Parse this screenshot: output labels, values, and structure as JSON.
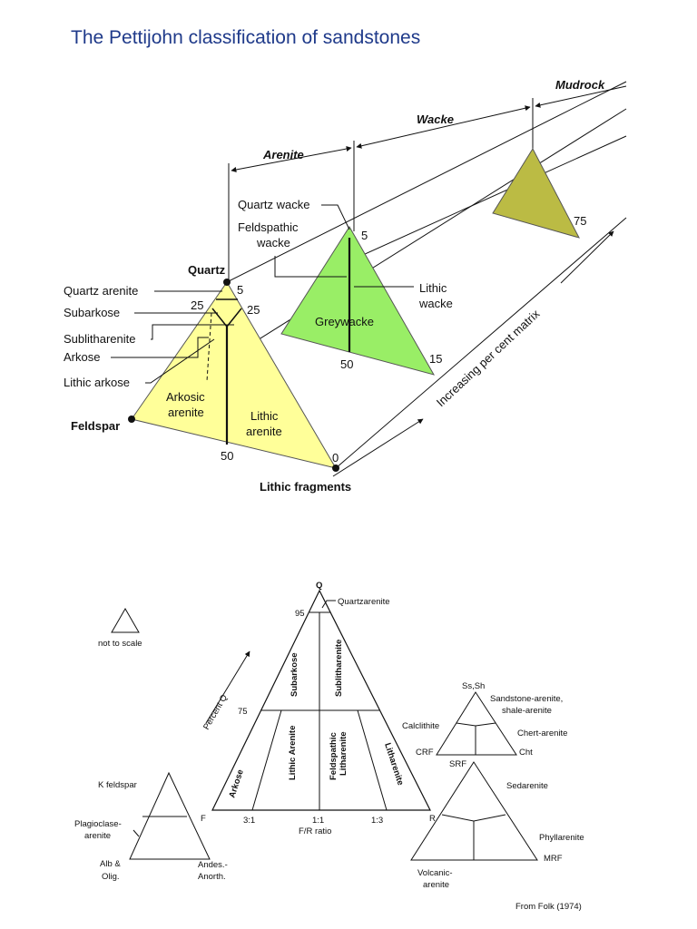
{
  "title": "The Pettijohn classification of sandstones",
  "top": {
    "categories": {
      "mudrock": "Mudrock",
      "wacke": "Wacke",
      "arenite": "Arenite"
    },
    "arenite_labels": {
      "quartz": "Quartz",
      "quartz_arenite": "Quartz arenite",
      "subarkose": "Subarkose",
      "sublitharenite": "Sublitharenite",
      "arkose": "Arkose",
      "lithic_arkose": "Lithic arkose",
      "feldspar": "Feldspar",
      "lithic_fragments": "Lithic fragments",
      "arkosic_arenite_1": "Arkosic",
      "arkosic_arenite_2": "arenite",
      "lithic_arenite_1": "Lithic",
      "lithic_arenite_2": "arenite",
      "n25a": "25",
      "n25b": "25",
      "n5": "5",
      "n50": "50",
      "n0": "0"
    },
    "wacke_labels": {
      "quartz_wacke": "Quartz wacke",
      "feldspathic_1": "Feldspathic",
      "feldspathic_2": "wacke",
      "lithic_1": "Lithic",
      "lithic_2": "wacke",
      "greywacke": "Greywacke",
      "n5": "5",
      "n50": "50",
      "n15": "15"
    },
    "mud_labels": {
      "n75": "75"
    },
    "matrix_arrow": "Increasing per cent matrix",
    "colors": {
      "arenite": "#ffff99",
      "wacke": "#99ee66",
      "mudrock": "#bbbb44"
    }
  },
  "bottom": {
    "not_to_scale": "not to scale",
    "main": {
      "q": "Q",
      "n95": "95",
      "n75": "75",
      "percent_q": "Percent Q",
      "quartzarenite": "Quartzarenite",
      "subarkose": "Subarkose",
      "sublitharenite": "Sublitharenite",
      "arkose": "Arkose",
      "lithic_arenite": "Lithic Arenite",
      "feldspathic_litharenite_1": "Feldspathic",
      "feldspathic_litharenite_2": "Litharenite",
      "litharenite": "Litharenite",
      "f": "F",
      "r": "R",
      "r31": "3:1",
      "r11": "1:1",
      "r13": "1:3",
      "fr_ratio": "F/R ratio"
    },
    "left": {
      "k_feldspar": "K feldspar",
      "plag_1": "Plagioclase-",
      "plag_2": "arenite",
      "alb_1": "Alb &",
      "alb_2": "Olig.",
      "andes_1": "Andes.-",
      "andes_2": "Anorth."
    },
    "right_top": {
      "ss_sh": "Ss,Sh",
      "sandstone_1": "Sandstone-arenite,",
      "sandstone_2": "shale-arenite",
      "calclithite": "Calclithite",
      "chert_arenite": "Chert-arenite",
      "crf": "CRF",
      "cht": "Cht"
    },
    "right_bottom": {
      "srf": "SRF",
      "sedarenite": "Sedarenite",
      "phyllarenite": "Phyllarenite",
      "mrf": "MRF",
      "volcanic_1": "Volcanic-",
      "volcanic_2": "arenite"
    },
    "credit": "From Folk (1974)"
  }
}
